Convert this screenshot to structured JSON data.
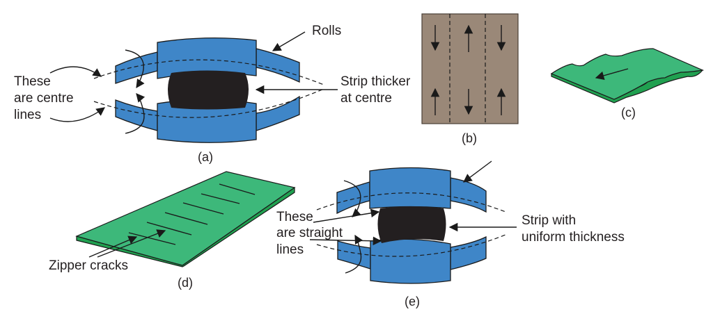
{
  "figure": {
    "panel_a": {
      "caption": "(a)",
      "label_rolls": "Rolls",
      "label_centre": [
        "These",
        "are centre",
        "lines"
      ],
      "label_strip": [
        "Strip thicker",
        "at centre"
      ]
    },
    "panel_b": {
      "caption": "(b)"
    },
    "panel_c": {
      "caption": "(c)"
    },
    "panel_d": {
      "caption": "(d)",
      "label_cracks": "Zipper cracks"
    },
    "panel_e": {
      "caption": "(e)",
      "label_straight": [
        "These",
        "are straight",
        "lines"
      ],
      "label_strip": [
        "Strip with",
        "uniform thickness"
      ]
    },
    "colors": {
      "roll": "#3f86c8",
      "strip_section": "#231f20",
      "sheet_b": "#9a8878",
      "sheet_green": "#3db87a",
      "sheet_green_edge": "#20a050"
    }
  }
}
